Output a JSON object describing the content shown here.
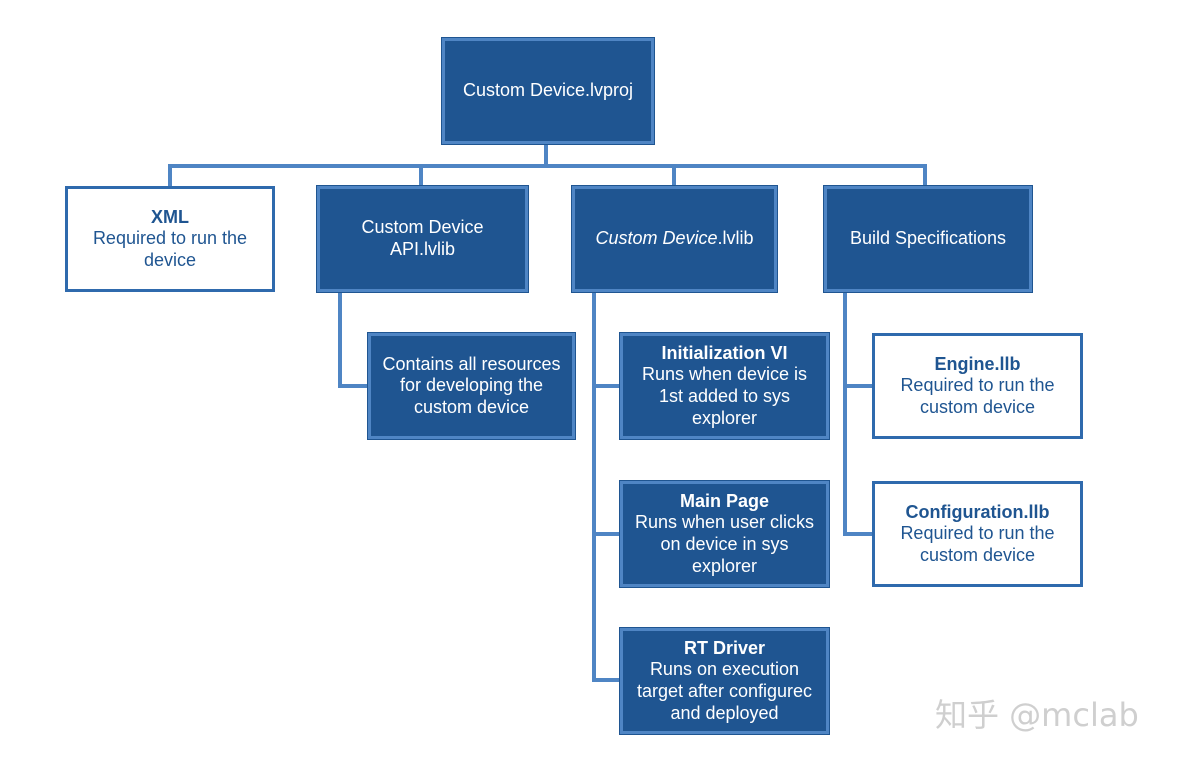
{
  "diagram": {
    "root": {
      "label": "Custom Device.lvproj"
    },
    "xml": {
      "title": "XML",
      "desc_1": "Required to run the",
      "desc_2": "device"
    },
    "api": {
      "line_1": "Custom Device",
      "line_2": "API.lvlib"
    },
    "lvlib": {
      "italic_part": "Custom Device",
      "suffix": ".lvlib"
    },
    "build": {
      "label": "Build Specifications"
    },
    "resources": {
      "line_1": "Contains all resources",
      "line_2": "for developing the",
      "line_3": "custom device"
    },
    "init_vi": {
      "title": "Initialization VI",
      "desc_1": "Runs when device is",
      "desc_2": "1st added to sys",
      "desc_3": "explorer"
    },
    "main_page": {
      "title": "Main Page",
      "desc_1": "Runs when user clicks",
      "desc_2": "on device in sys",
      "desc_3": "explorer"
    },
    "rt_driver": {
      "title": "RT Driver",
      "desc_1": "Runs on execution",
      "desc_2": "target after configurec",
      "desc_3": "and deployed"
    },
    "engine": {
      "title": "Engine.llb",
      "desc_1": "Required to run the",
      "desc_2": "custom device"
    },
    "configuration": {
      "title": "Configuration.llb",
      "desc_1": "Required to run the",
      "desc_2": "custom device"
    }
  },
  "watermark": {
    "text": "知乎 @mclab"
  },
  "colors": {
    "fill": "#1f5591",
    "border": "#2f6aad",
    "line": "#4f85c4",
    "text_on_fill": "#ffffff",
    "text_on_outline": "#1f5591"
  }
}
